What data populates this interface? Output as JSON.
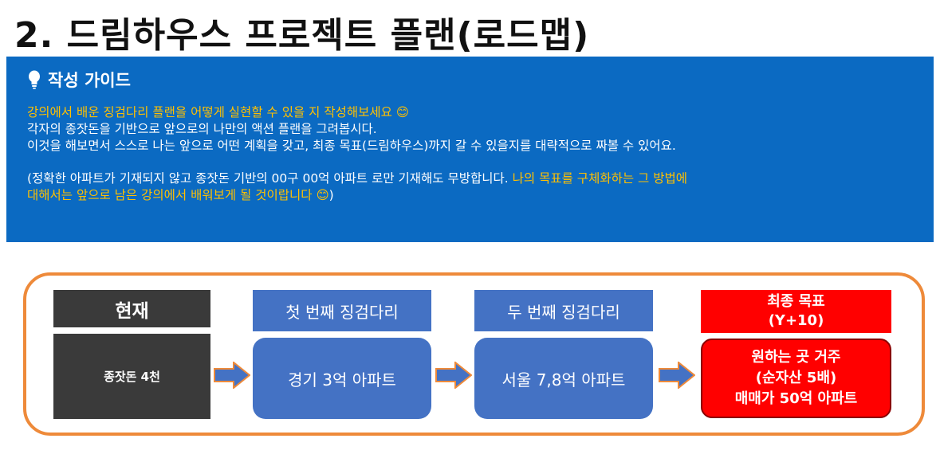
{
  "page": {
    "title": "2. 드림하우스 프로젝트 플랜(로드맵)"
  },
  "guide": {
    "heading": "작성 가이드",
    "icon": "lightbulb-icon",
    "lines": [
      "강의에서 배운 징검다리 플랜을 어떻게 실현할 수 있을 지 작성해보세요 😊",
      "각자의 종잣돈을 기반으로 앞으로의 나만의 액션 플랜을 그려봅시다.",
      "이것을 해보면서 스스로 나는 앞으로 어떤 계획을 갖고, 최종 목표(드림하우스)까지 갈 수 있을지를 대략적으로 짜볼 수 있어요."
    ],
    "note_white": "(정확한 아파트가 기재되지 않고 종잣돈 기반의 00구 00억 아파트 로만 기재해도 무방합니다. ",
    "note_yellow_1": "나의 목표를 구체화하는 그 방법에",
    "note_yellow_2": "대해서는 앞으로 남은 강의에서 배워보게 될 것이랍니다 😊",
    "note_end": ")"
  },
  "roadmap": {
    "current": {
      "header": "현재",
      "value": "종잣돈 4천"
    },
    "step1": {
      "header": "첫 번째 징검다리",
      "value": "경기 3억 아파트"
    },
    "step2": {
      "header": "두 번째 징검다리",
      "value": "서울 7,8억 아파트"
    },
    "goal": {
      "header_1": "최종 목표",
      "header_2": "(Y+10)",
      "value_1": "원하는 곳 거주",
      "value_2": "(순자산 5배)",
      "value_3": "매매가 50억 아파트"
    }
  },
  "colors": {
    "guide_bg": "#0b6ac2",
    "highlight": "#ffc000",
    "step_blue": "#4472c4",
    "goal_red": "#ff0000",
    "current_dark": "#3a3a3a",
    "frame_orange": "#ee8a3a",
    "arrow_fill": "#4472c4",
    "arrow_stroke": "#ee8a3a"
  }
}
